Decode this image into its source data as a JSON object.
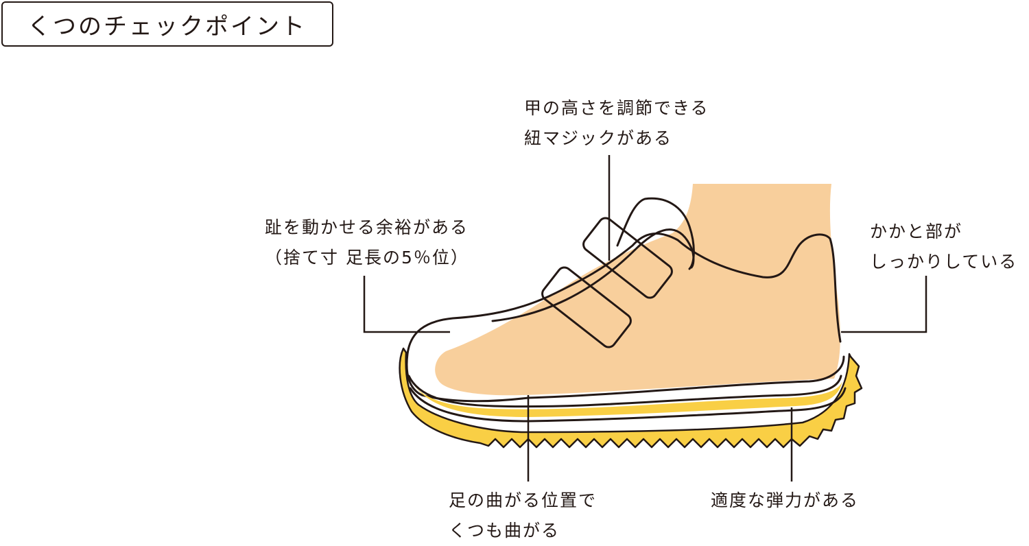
{
  "title": "くつのチェックポイント",
  "callouts": {
    "instep": {
      "line1": "甲の高さを調節できる",
      "line2": "紐マジックがある"
    },
    "toe": {
      "line1": "趾を動かせる余裕がある",
      "line2": "（捨て寸  足長の5％位）"
    },
    "heel": {
      "line1": "かかと部が",
      "line2": "しっかりしている"
    },
    "bend": {
      "line1": "足の曲がる位置で",
      "line2": "くつも曲がる"
    },
    "cushion": {
      "line1": "適度な弾力がある"
    }
  },
  "colors": {
    "line": "#231815",
    "foot": "#f8cf9c",
    "sole": "#f9cf45",
    "background": "#ffffff"
  }
}
